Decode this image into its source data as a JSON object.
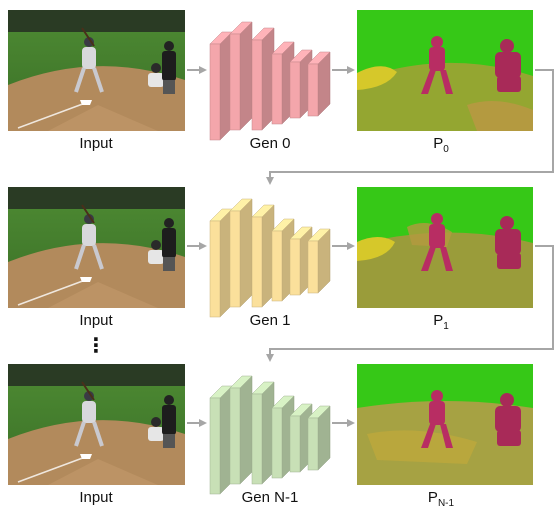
{
  "rows": [
    {
      "input_label": "Input",
      "generator_label": "Gen 0",
      "output_label": {
        "main": "P",
        "sub": "0"
      }
    },
    {
      "input_label": "Input",
      "generator_label": "Gen 1",
      "output_label": {
        "main": "P",
        "sub": "1"
      }
    },
    {
      "input_label": "Input",
      "generator_label": "Gen N-1",
      "output_label": {
        "main": "P",
        "sub": "N-1"
      }
    }
  ],
  "ellipsis": "⋮",
  "colors": {
    "generators": [
      "#f4a6ab",
      "#fbe09b",
      "#c8e0b6"
    ],
    "arrow": "#a6a6a6",
    "field_grass": "#3f7d2c",
    "field_dirt": "#b08558",
    "seg_background": "#36c817",
    "seg_person": "#b82d63",
    "seg_dirt": "#b49a40",
    "seg_base_highlight": "#d6c82a"
  }
}
